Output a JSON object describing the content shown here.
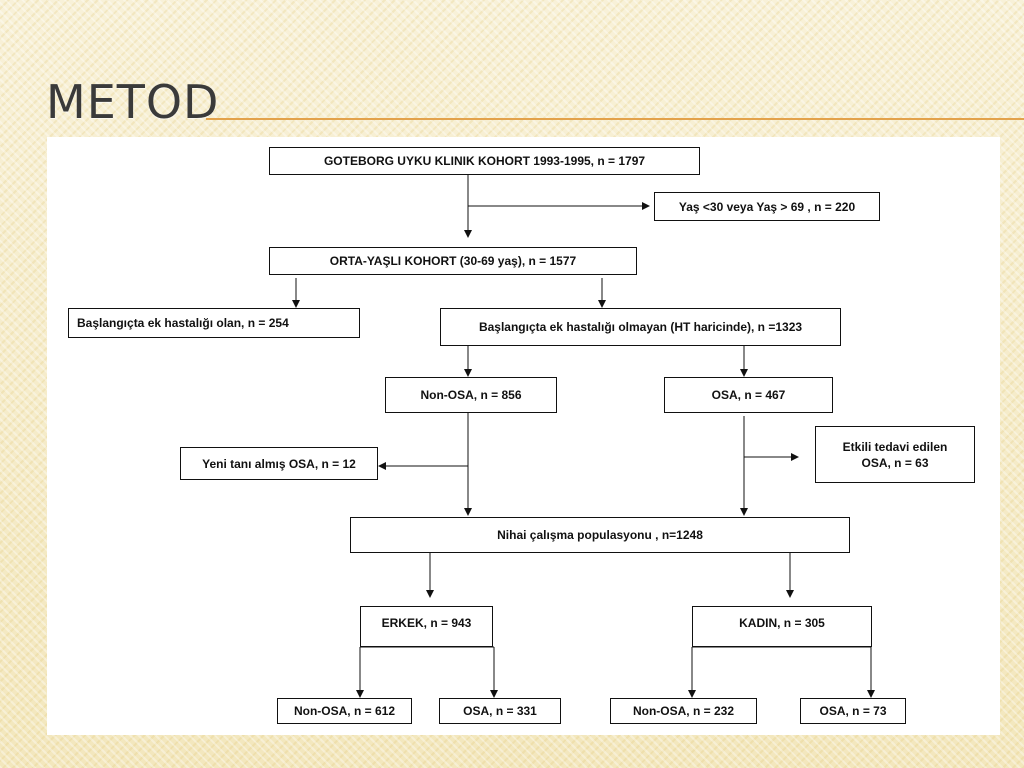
{
  "slide": {
    "title": "METOD"
  },
  "flowchart": {
    "root": "GOTEBORG UYKU KLINIK KOHORT 1993-1995, n = 1797",
    "excluded_age": "Yaş <30 veya Yaş > 69 , n = 220",
    "middle_age": "ORTA-YAŞLI KOHORT (30-69 yaş), n = 1577",
    "with_disease": "Başlangıçta ek hastalığı olan, n = 254",
    "without_disease": "Başlangıçta ek hastalığı olmayan (HT haricinde), n =1323",
    "non_osa": "Non-OSA, n = 856",
    "osa": "OSA, n = 467",
    "new_osa": "Yeni tanı almış OSA, n = 12",
    "treated_line1": "Etkili tedavi edilen",
    "treated_line2": "OSA, n = 63",
    "final": "Nihai çalışma populasyonu , n=1248",
    "male": "ERKEK, n = 943",
    "female": "KADIN, n = 305",
    "male_non_osa": "Non-OSA, n = 612",
    "male_osa": "OSA, n = 331",
    "female_non_osa": "Non-OSA, n = 232",
    "female_osa": "OSA, n = 73"
  }
}
